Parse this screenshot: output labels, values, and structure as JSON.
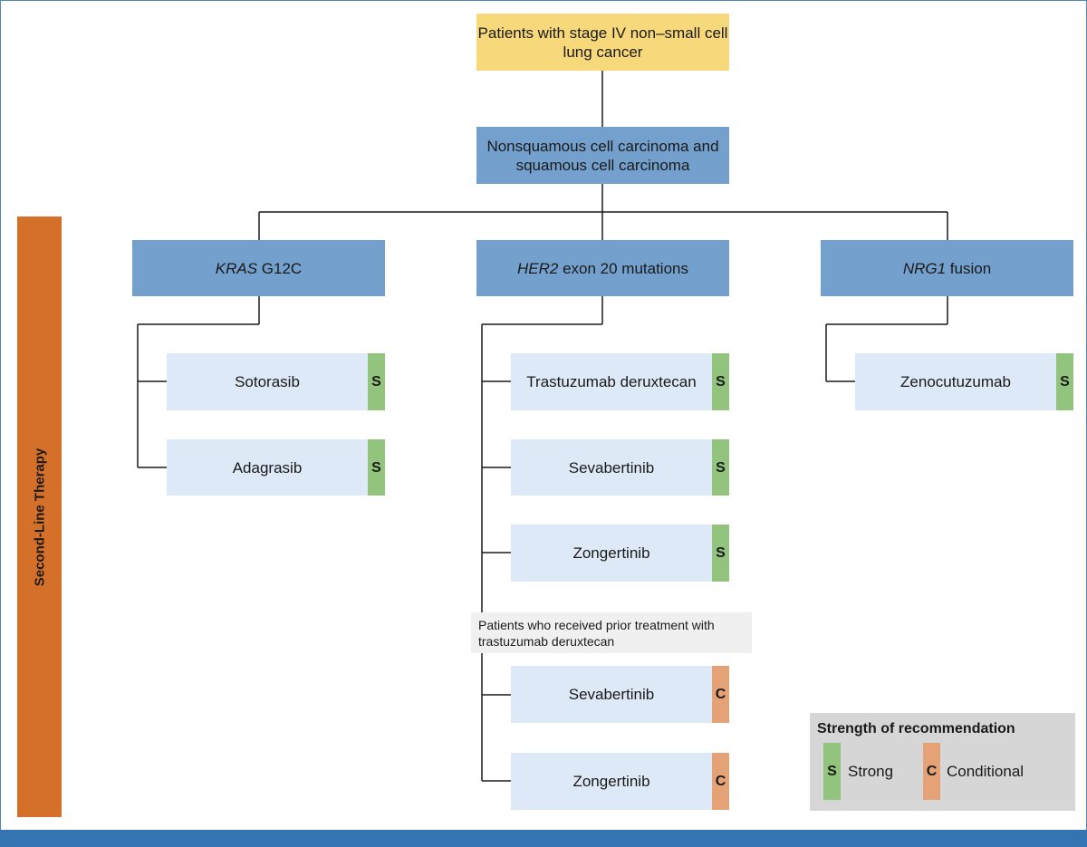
{
  "root": {
    "text": "Patients with stage IV non–small cell lung cancer"
  },
  "histology": {
    "text": "Nonsquamous cell carcinoma and squamous cell carcinoma"
  },
  "side_label": "Second-Line Therapy",
  "mutations": [
    {
      "gene": "KRAS",
      "rest": " G12C"
    },
    {
      "gene": "HER2",
      "rest": " exon 20 mutations"
    },
    {
      "gene": "NRG1",
      "rest": " fusion"
    }
  ],
  "kras_drugs": [
    {
      "name": "Sotorasib",
      "strength": "S"
    },
    {
      "name": "Adagrasib",
      "strength": "S"
    }
  ],
  "her2_drugs": [
    {
      "name": "Trastuzumab deruxtecan",
      "strength": "S"
    },
    {
      "name": "Sevabertinib",
      "strength": "S"
    },
    {
      "name": "Zongertinib",
      "strength": "S"
    }
  ],
  "her2_prior_note": "Patients who received prior treatment with trastuzumab deruxtecan",
  "her2_prior_drugs": [
    {
      "name": "Sevabertinib",
      "strength": "C"
    },
    {
      "name": "Zongertinib",
      "strength": "C"
    }
  ],
  "nrg1_drugs": [
    {
      "name": "Zenocutuzumab",
      "strength": "S"
    }
  ],
  "legend": {
    "title": "Strength of recommendation",
    "items": [
      {
        "code": "S",
        "label": "Strong",
        "color": "#93c47d"
      },
      {
        "code": "C",
        "label": "Conditional",
        "color": "#e4a276"
      }
    ]
  },
  "colors": {
    "root": "#f7d87a",
    "category": "#74a0cd",
    "drug": "#dde9f6",
    "strong": "#93c47d",
    "conditional": "#e4a276",
    "side_bar": "#d5702b",
    "footer_bar": "#3574b3"
  }
}
